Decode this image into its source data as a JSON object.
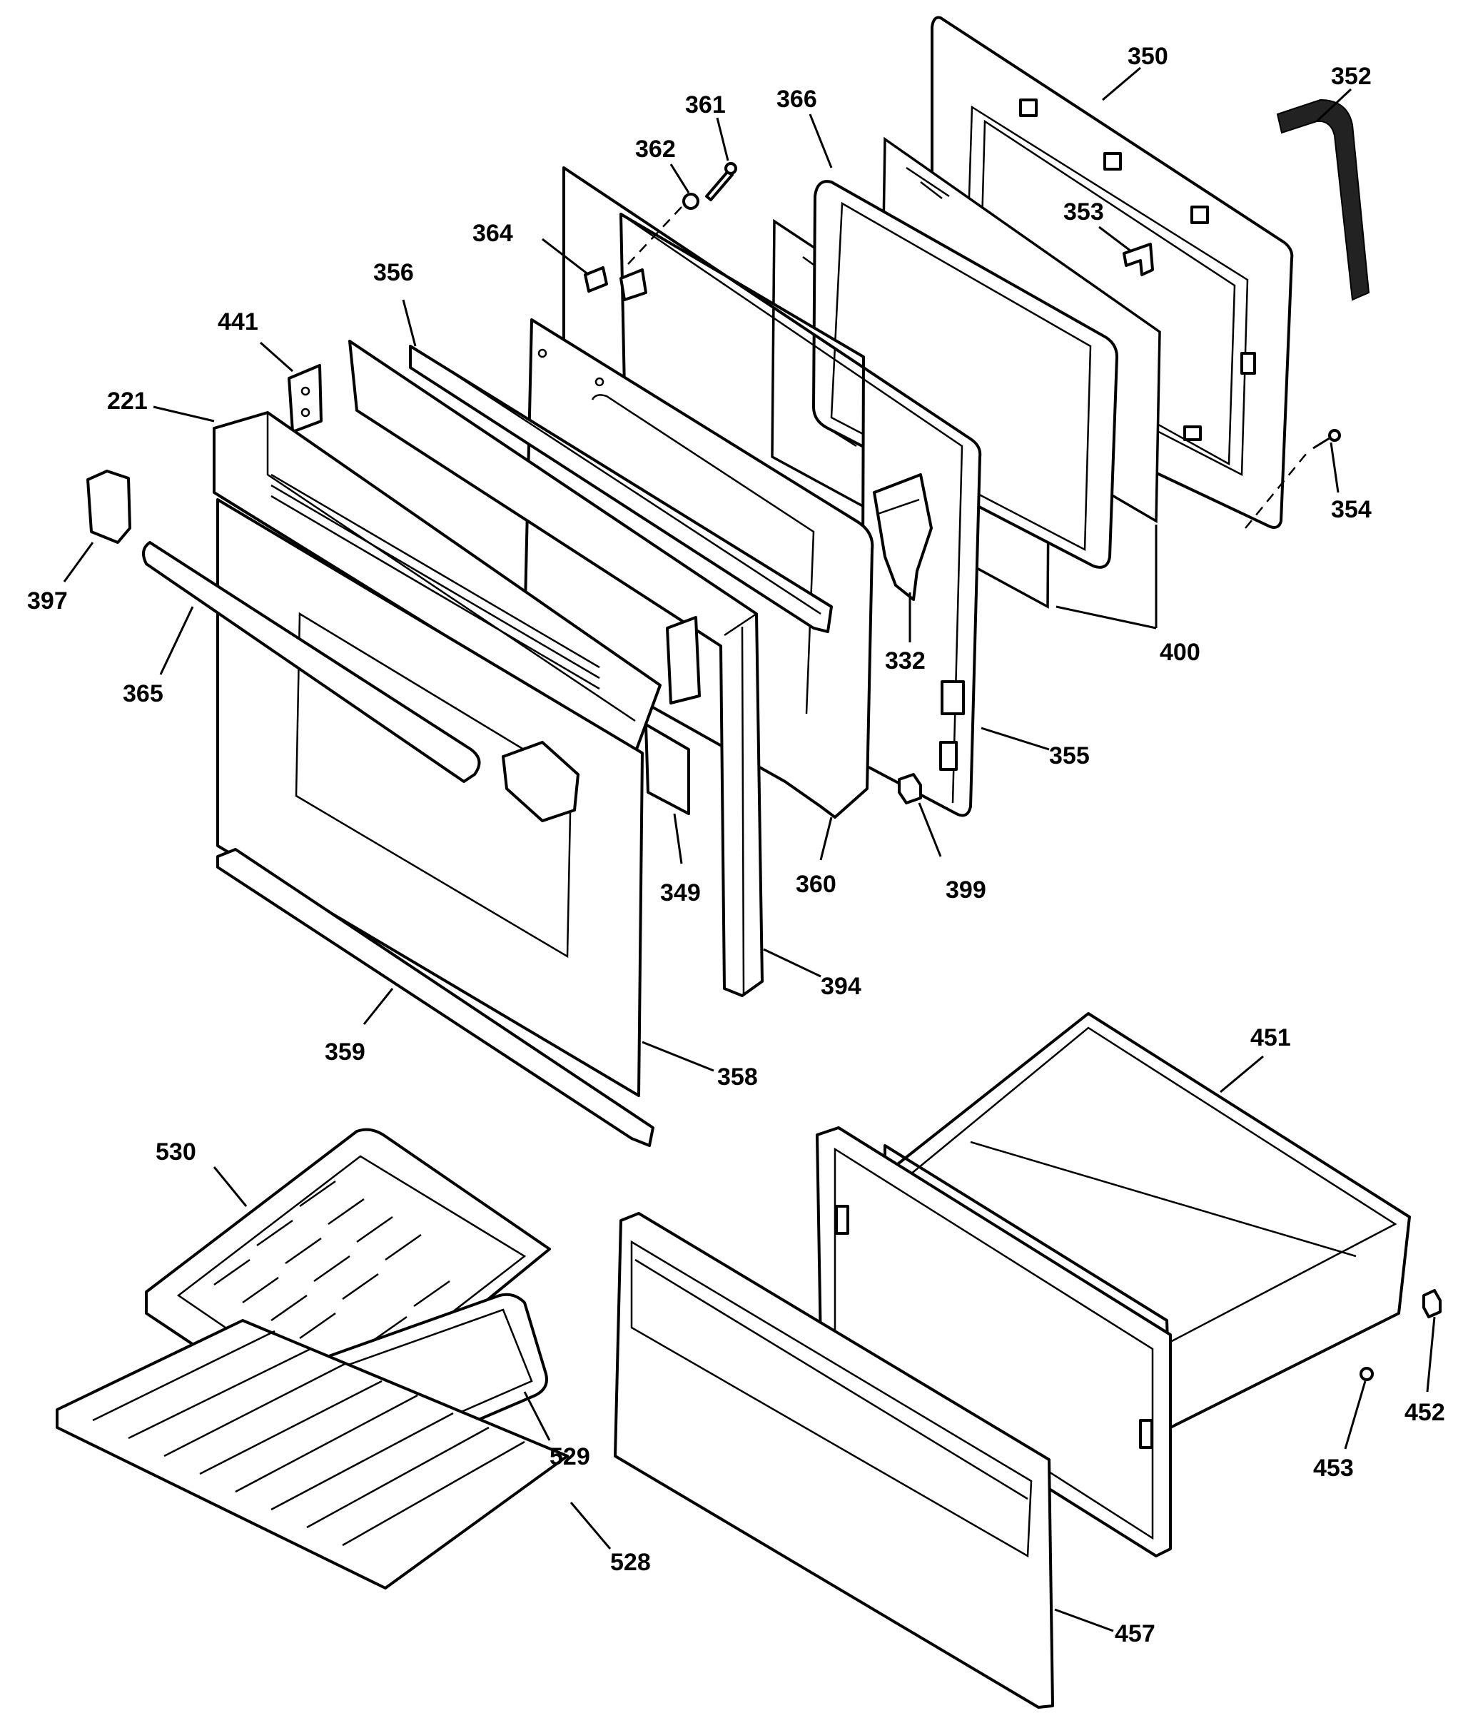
{
  "callouts": {
    "p350": "350",
    "p352": "352",
    "p361": "361",
    "p366": "366",
    "p362": "362",
    "p353": "353",
    "p364": "364",
    "p356": "356",
    "p441": "441",
    "p221": "221",
    "p354": "354",
    "p397": "397",
    "p400": "400",
    "p332": "332",
    "p365": "365",
    "p355": "355",
    "p349": "349",
    "p360": "360",
    "p399": "399",
    "p394": "394",
    "p359": "359",
    "p451": "451",
    "p358": "358",
    "p530": "530",
    "p452": "452",
    "p529": "529",
    "p453": "453",
    "p528": "528",
    "p457": "457"
  }
}
